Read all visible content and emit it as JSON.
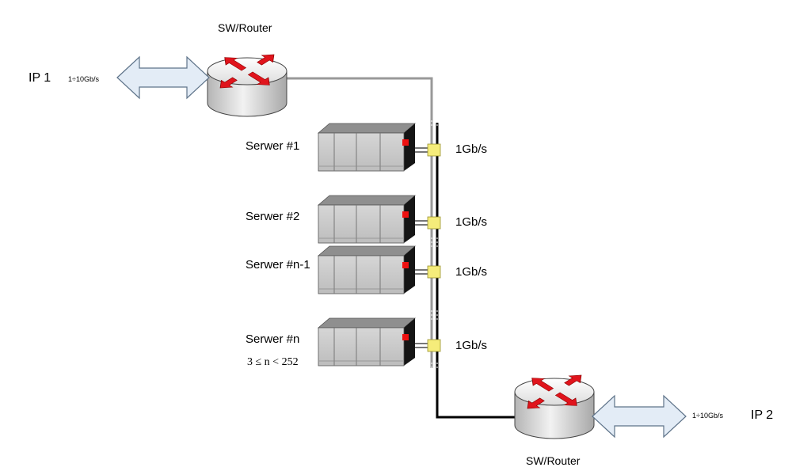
{
  "routers": {
    "top": {
      "title": "SW/Router"
    },
    "bottom": {
      "title": "SW/Router"
    }
  },
  "uplinks": {
    "left": {
      "ip": "IP 1",
      "bandwidth": "1÷10Gb/s"
    },
    "right": {
      "ip": "IP 2",
      "bandwidth": "1÷10Gb/s"
    }
  },
  "servers": [
    {
      "label": "Serwer #1",
      "link_speed": "1Gb/s"
    },
    {
      "label": "Serwer #2",
      "link_speed": "1Gb/s"
    },
    {
      "label": "Serwer #n-1",
      "link_speed": "1Gb/s"
    },
    {
      "label": "Serwer #n",
      "link_speed": "1Gb/s"
    }
  ],
  "constraint": "3 ≤ n < 252",
  "colors": {
    "arrow_fill": "#e3ecf6",
    "arrow_stroke": "#5e7389",
    "router_arrow": "#e0141c",
    "server_body": "#c9c9c9",
    "server_led": "#ee1111",
    "connector": "#f5ec7a",
    "link_gray": "#999999",
    "link_black": "#000000"
  }
}
